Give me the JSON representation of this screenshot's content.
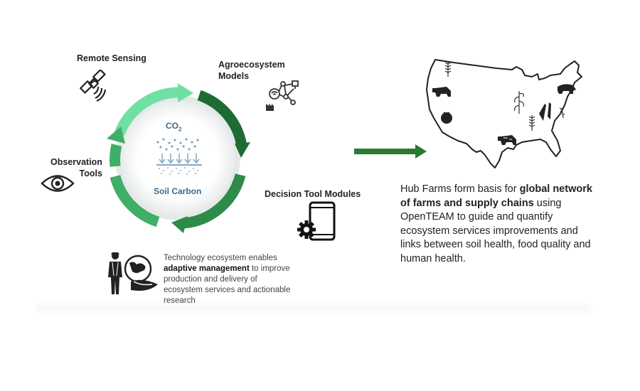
{
  "labels": {
    "remote_sensing": "Remote Sensing",
    "agroecosystem_line1": "Agroecosystem",
    "agroecosystem_line2": "Models",
    "observation_line1": "Observation",
    "observation_line2": "Tools",
    "decision_tools": "Decision Tool Modules"
  },
  "cycle": {
    "co2_main": "CO",
    "co2_sub": "2",
    "soil_carbon": "Soil Carbon"
  },
  "technology": {
    "line1": "Technology ecosystem enables",
    "bold": "adaptive management",
    "line2_rest": " to improve",
    "line3": "production and delivery of",
    "line4": "ecosystem services and actionable",
    "line5": "research"
  },
  "hub": {
    "pre": "Hub Farms form basis for ",
    "bold": "global network of farms and supply chains",
    "post": " using OpenTEAM to guide and quantify ecosystem services improvements and links between soil health, food quality and human health."
  },
  "icons": [
    "satellite-icon",
    "network-model-icon",
    "eye-icon",
    "tablet-gear-icon",
    "farmer-globe-icon",
    "usa-map-icon"
  ],
  "colors": {
    "dark_green": "#1f6b35",
    "mid_green": "#2e8b4a",
    "light_green": "#5fd79a",
    "arrow_green": "#2b7a32",
    "soil_text": "#3b6b8c",
    "co2_text": "#3a6a8c"
  }
}
